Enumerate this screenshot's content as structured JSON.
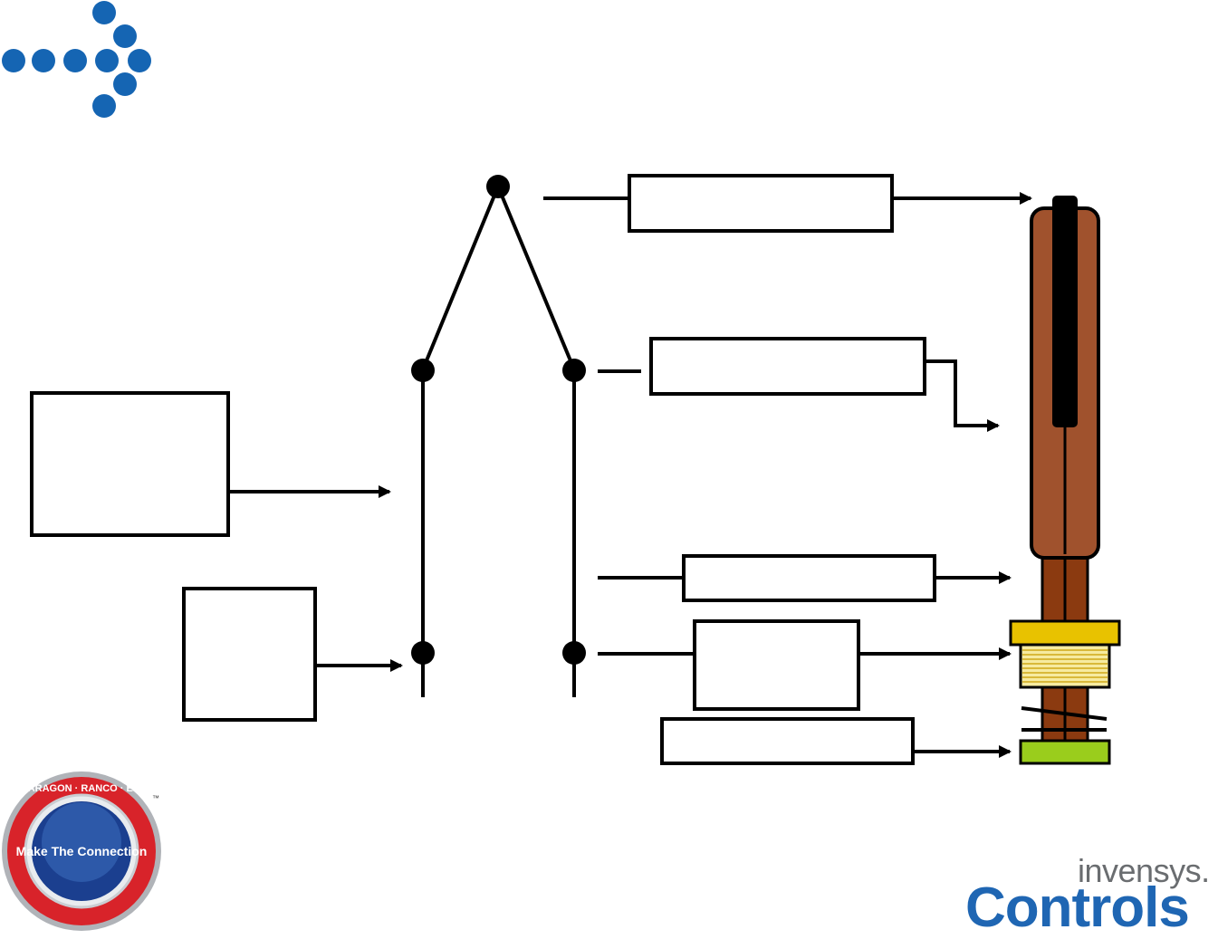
{
  "logos": {
    "badge": {
      "center_text": "Make The Connection",
      "ring_text": "ROBERTSHAW · PARAGON · RANCO · ELIWELL · UNI-LINE",
      "trademark": "™"
    },
    "invensys": "invensys.",
    "controls": "Controls"
  },
  "colors": {
    "arrow_dots": "#1565b3",
    "thermocouple_body": "#a0522d",
    "thermocouple_stem": "#8b3a10",
    "fitting": "#e8c200",
    "thread": "#f4e88a",
    "base_nut": "#9acd1c",
    "line": "#000000"
  }
}
